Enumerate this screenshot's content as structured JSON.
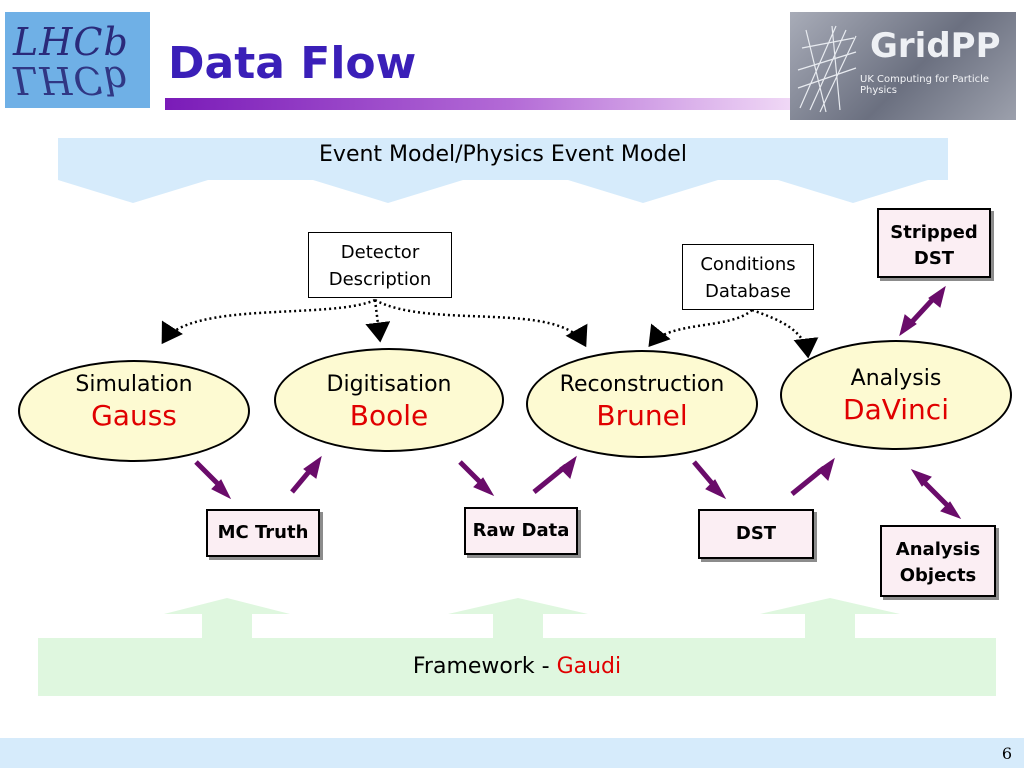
{
  "header": {
    "title": "Data Flow",
    "left_logo_text": "LHCb",
    "right_logo_name": "GridPP",
    "right_logo_subtitle": "UK Computing for Particle Physics"
  },
  "top_band": {
    "label": "Event Model/Physics Event Model"
  },
  "bottom_band": {
    "label": "Framework - ",
    "highlight": "Gaudi"
  },
  "applications": [
    {
      "stage": "Simulation",
      "name": "Gauss"
    },
    {
      "stage": "Digitisation",
      "name": "Boole"
    },
    {
      "stage": "Reconstruction",
      "name": "Brunel"
    },
    {
      "stage": "Analysis",
      "name": "DaVinci"
    }
  ],
  "data_boxes": {
    "mc_truth": "MC Truth",
    "raw_data": "Raw Data",
    "dst": "DST",
    "stripped_dst": [
      "Stripped",
      "DST"
    ],
    "analysis_objects": [
      "Analysis",
      "Objects"
    ]
  },
  "service_boxes": {
    "detector_description": [
      "Detector",
      "Description"
    ],
    "conditions_database": [
      "Conditions",
      "Database"
    ]
  },
  "colors": {
    "title": "#3a1fb8",
    "ellipse_fill": "#fdfad2",
    "data_box_fill": "#fbeef3",
    "flow_arrow": "#6a0c6a",
    "top_band": "#d6ebfb",
    "bottom_band": "#dff7df",
    "highlight_text": "#e00000"
  },
  "footer": {
    "page_number": "6"
  }
}
